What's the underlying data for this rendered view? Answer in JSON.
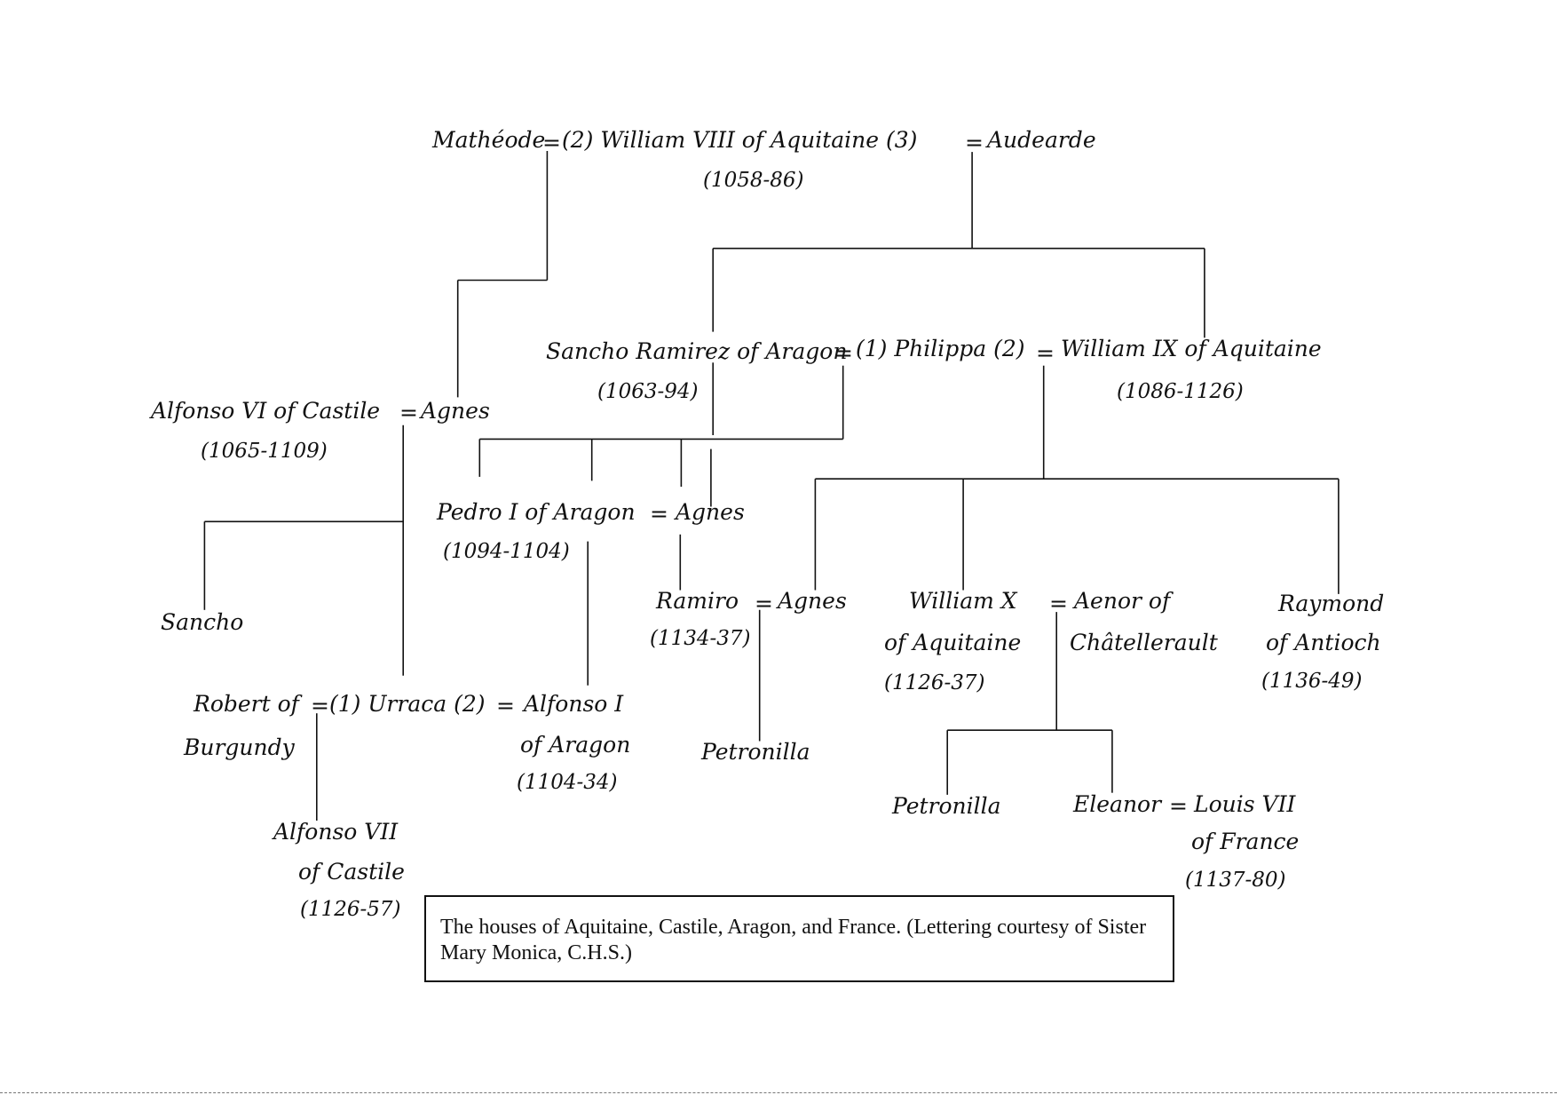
{
  "diagram": {
    "type": "genealogy-tree",
    "labels": {
      "mathiode": "Mathéode",
      "eq_m2": "=",
      "william8": "(2) William VIII of Aquitaine (3)",
      "eq_w3": "=",
      "audearde": "Audearde",
      "william8_dates": "(1058-86)",
      "sancho_ramirez": "Sancho Ramirez of Aragon",
      "eq_s1": "=",
      "philippa": "(1) Philippa (2)",
      "eq_p2": "=",
      "william9": "William IX of Aquitaine",
      "sancho_ramirez_dates": "(1063-94)",
      "william9_dates": "(1086-1126)",
      "alfonso6": "Alfonso VI of Castile",
      "eq_a6": "=",
      "agnes_1": "Agnes",
      "alfonso6_dates": "(1065-1109)",
      "pedro1": "Pedro I of Aragon",
      "eq_pedro": "=",
      "agnes_2": "Agnes",
      "pedro1_dates": "(1094-1104)",
      "sancho": "Sancho",
      "ramiro": "Ramiro",
      "eq_ramiro": "=",
      "agnes_3": "Agnes",
      "ramiro_dates": "(1134-37)",
      "william10": "William X",
      "eq_w10": "=",
      "aenor": "Aenor of",
      "william10_of": "of Aquitaine",
      "chatellerault": "Châtellerault",
      "william10_dates": "(1126-37)",
      "raymond": "Raymond",
      "raymond_of": "of Antioch",
      "raymond_dates": "(1136-49)",
      "robert": "Robert of",
      "burgundy": "Burgundy",
      "eq_robert": "=",
      "urraca": "(1) Urraca (2)",
      "eq_urraca": "=",
      "alfonso1": "Alfonso I",
      "alfonso1_of": "of Aragon",
      "alfonso1_dates": "(1104-34)",
      "petronilla_1": "Petronilla",
      "petronilla_2": "Petronilla",
      "eleanor": "Eleanor",
      "eq_eleanor": "=",
      "louis7": "Louis VII",
      "louis7_of": "of France",
      "louis7_dates": "(1137-80)",
      "alfonso7": "Alfonso VII",
      "alfonso7_of": "of Castile",
      "alfonso7_dates": "(1126-57)"
    },
    "caption": "The houses of Aquitaine, Castile, Aragon, and France. (Lettering courtesy of Sister Mary Monica, C.H.S.)"
  }
}
